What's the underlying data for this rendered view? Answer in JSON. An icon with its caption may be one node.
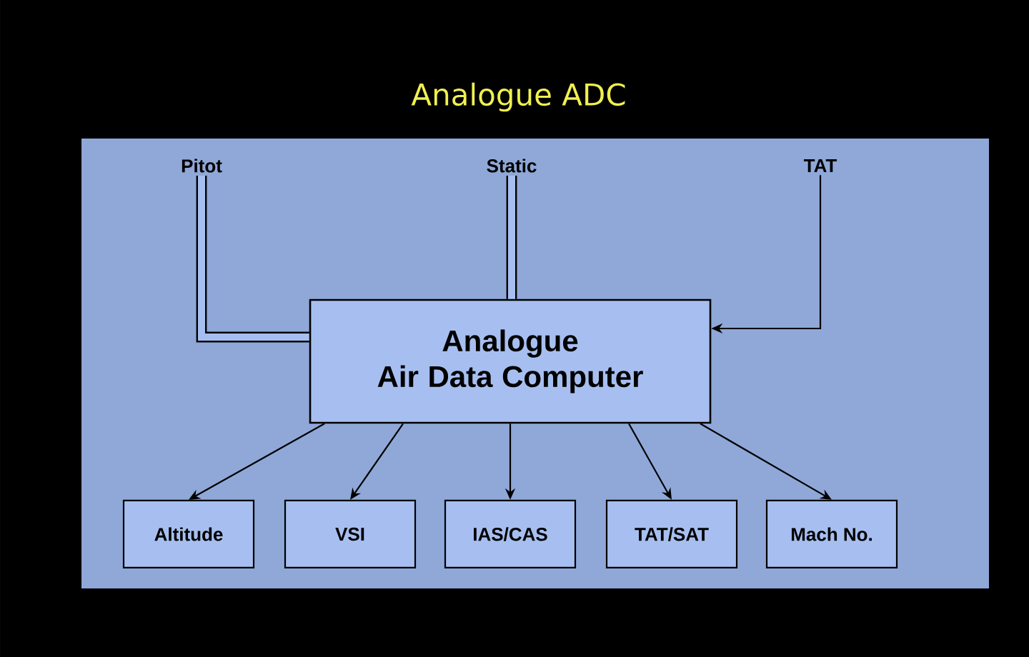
{
  "diagram": {
    "title": "Analogue ADC",
    "nodes": [
      {
        "text": [
          "Pitot"
        ]
      },
      {
        "text": [
          "Static"
        ]
      },
      {
        "text": [
          "TAT"
        ]
      },
      {
        "text": [
          "Analogue Air Data Computer"
        ]
      },
      {
        "text": [
          "Altitude"
        ]
      },
      {
        "text": [
          "VSI"
        ]
      },
      {
        "text": [
          "IAS/CAS"
        ]
      },
      {
        "text": [
          "TAT/SAT"
        ]
      },
      {
        "text": [
          "Mach No."
        ]
      }
    ],
    "edges": [
      {
        "from": 0,
        "to": 3,
        "arrow": "none",
        "style": "thick"
      },
      {
        "from": 1,
        "to": 3,
        "arrow": "none",
        "style": "thick"
      },
      {
        "from": 2,
        "to": 3,
        "arrow": "to"
      },
      {
        "from": 3,
        "to": 4,
        "arrow": "to"
      },
      {
        "from": 3,
        "to": 5,
        "arrow": "to"
      },
      {
        "from": 3,
        "to": 6,
        "arrow": "to"
      },
      {
        "from": 3,
        "to": 7,
        "arrow": "to"
      },
      {
        "from": 3,
        "to": 8,
        "arrow": "to"
      }
    ]
  }
}
